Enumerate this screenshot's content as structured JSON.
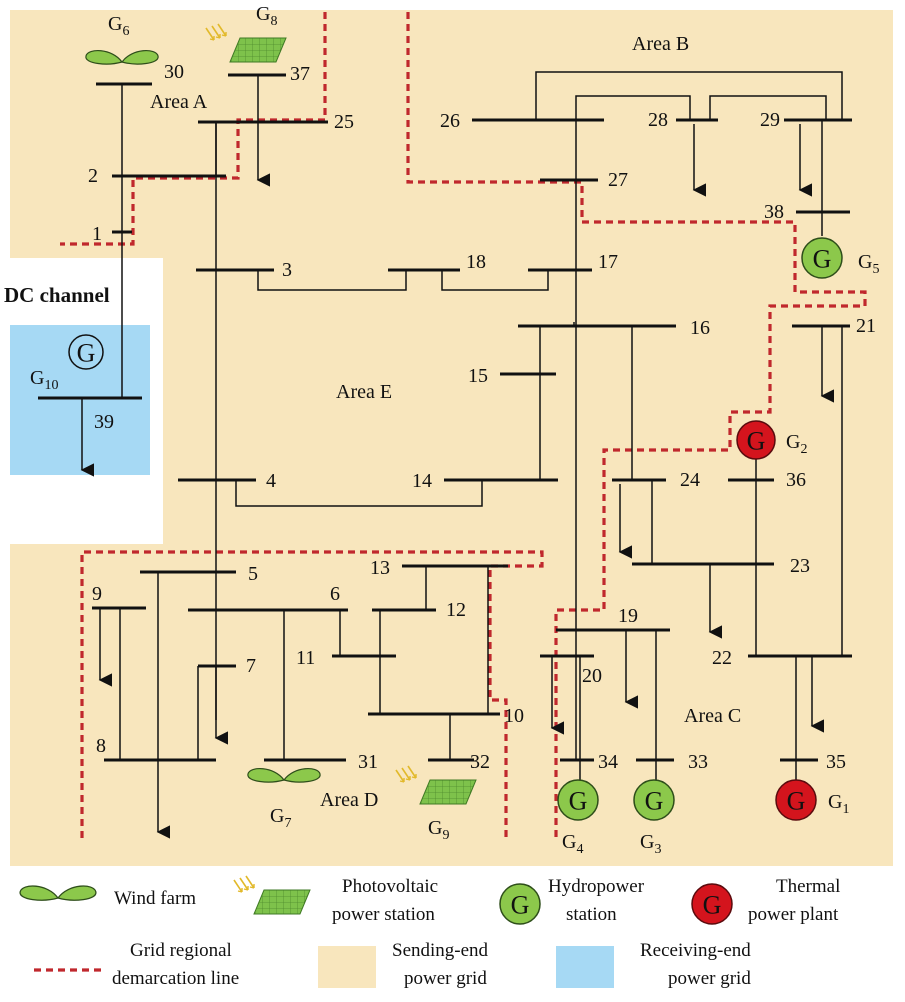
{
  "areas": {
    "area_a": "Area A",
    "area_b": "Area B",
    "area_c": "Area C",
    "area_d": "Area D",
    "area_e": "Area E"
  },
  "dc_channel": "DC channel",
  "bus_labels": {
    "b1": "1",
    "b2": "2",
    "b3": "3",
    "b4": "4",
    "b5": "5",
    "b6": "6",
    "b7": "7",
    "b8": "8",
    "b9": "9",
    "b10": "10",
    "b11": "11",
    "b12": "12",
    "b13": "13",
    "b14": "14",
    "b15": "15",
    "b16": "16",
    "b17": "17",
    "b18": "18",
    "b19": "19",
    "b20": "20",
    "b21": "21",
    "b22": "22",
    "b23": "23",
    "b24": "24",
    "b25": "25",
    "b26": "26",
    "b27": "27",
    "b28": "28",
    "b29": "29",
    "b30": "30",
    "b31": "31",
    "b32": "32",
    "b33": "33",
    "b34": "34",
    "b35": "35",
    "b36": "36",
    "b37": "37",
    "b38": "38",
    "b39": "39"
  },
  "generators": {
    "g1": {
      "name": "G",
      "sub": "1",
      "type": "thermal"
    },
    "g2": {
      "name": "G",
      "sub": "2",
      "type": "thermal"
    },
    "g3": {
      "name": "G",
      "sub": "3",
      "type": "hydro"
    },
    "g4": {
      "name": "G",
      "sub": "4",
      "type": "hydro"
    },
    "g5": {
      "name": "G",
      "sub": "5",
      "type": "hydro"
    },
    "g6": {
      "name": "G",
      "sub": "6",
      "type": "wind"
    },
    "g7": {
      "name": "G",
      "sub": "7",
      "type": "wind"
    },
    "g8": {
      "name": "G",
      "sub": "8",
      "type": "photovoltaic"
    },
    "g9": {
      "name": "G",
      "sub": "9",
      "type": "photovoltaic"
    },
    "g10": {
      "name": "G",
      "sub": "10",
      "type": "receiving"
    }
  },
  "symbol_letter": "G",
  "legend": {
    "wind_farm": "Wind farm",
    "pv_line1": "Photovoltaic",
    "pv_line2": "power station",
    "hydro_line1": "Hydropower",
    "hydro_line2": "station",
    "thermal_line1": "Thermal",
    "thermal_line2": "power plant",
    "demarc_line1": "Grid regional",
    "demarc_line2": "demarcation line",
    "sending_line1": "Sending-end",
    "sending_line2": "power grid",
    "receiving_line1": "Receiving-end",
    "receiving_line2": "power grid"
  },
  "colors": {
    "sending_end": "#f8e6bd",
    "receiving_end": "#a6d9f4",
    "thermal": "#d4141d",
    "hydro": "#8cc84b",
    "wind": "#8cc84b",
    "pv": "#7ec24b",
    "demarcation": "#c0282d"
  }
}
